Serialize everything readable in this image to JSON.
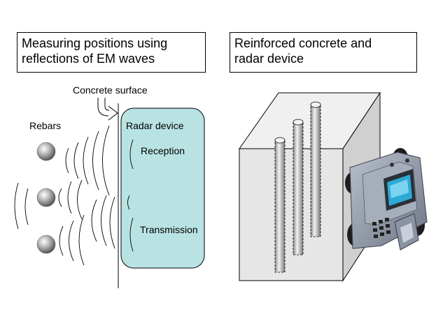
{
  "left_panel": {
    "title": "Measuring positions using\nreflections of EM waves",
    "labels": {
      "concrete_surface": "Concrete surface",
      "rebars": "Rebars",
      "radar_device": "Radar device",
      "reception": "Reception",
      "transmission": "Transmission"
    }
  },
  "right_panel": {
    "title": "Reinforced concrete and\nradar device"
  },
  "colors": {
    "radar_fill": "#b9e3e3",
    "concrete_face": "#e6e6e6",
    "concrete_top": "#f0f0f0",
    "concrete_side": "#d0d0d0",
    "device_body": "#8d97a8"
  }
}
